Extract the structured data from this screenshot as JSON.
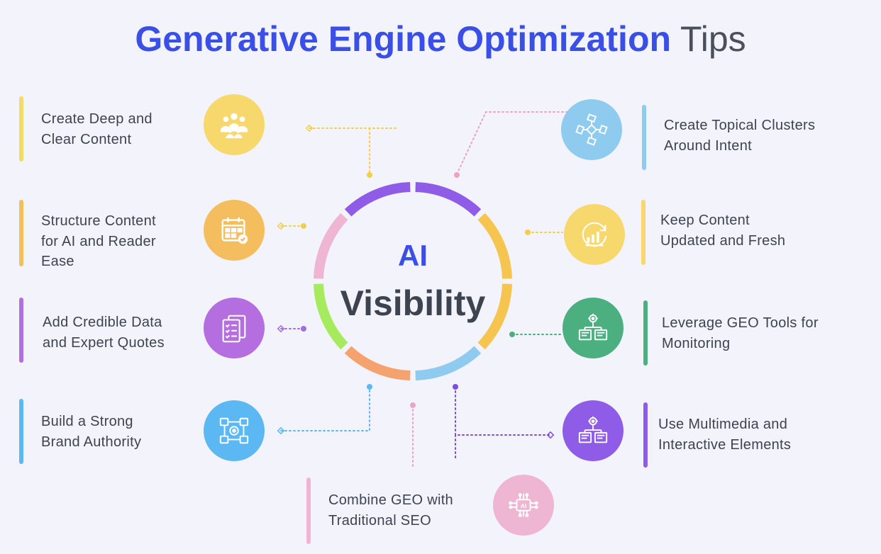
{
  "header": {
    "title_strong": "Generative Engine Optimization",
    "title_light": "Tips"
  },
  "center": {
    "line1": "AI",
    "line2": "Visibility"
  },
  "tips": [
    {
      "id": "deep-content",
      "label": "Create Deep and\nClear Content",
      "color": "#f6d86c",
      "icon": "team-icon"
    },
    {
      "id": "structure-content",
      "label": "Structure Content\nfor AI and Reader\nEase",
      "color": "#f4bd5e",
      "icon": "calendar-check-icon"
    },
    {
      "id": "credible-data",
      "label": "Add Credible Data\nand Expert Quotes",
      "color": "#b46ee0",
      "icon": "checklist-documents-icon"
    },
    {
      "id": "brand-authority",
      "label": "Build a Strong\nBrand Authority",
      "color": "#5cb8f2",
      "icon": "network-users-icon"
    },
    {
      "id": "topical-clusters",
      "label": "Create Topical Clusters\nAround Intent",
      "color": "#8ecbef",
      "icon": "cluster-icon"
    },
    {
      "id": "content-updated",
      "label": "Keep Content\nUpdated and Fresh",
      "color": "#f6d86c",
      "icon": "refresh-growth-icon"
    },
    {
      "id": "geo-tools",
      "label": "Leverage GEO Tools for\nMonitoring",
      "color": "#4caf80",
      "icon": "gear-dashboard-icon"
    },
    {
      "id": "multimedia",
      "label": "Use Multimedia and\nInteractive Elements",
      "color": "#8f5ce8",
      "icon": "gear-dashboard-icon"
    },
    {
      "id": "combine-geo-seo",
      "label": "Combine GEO with\nTraditional SEO",
      "color": "#efb6d4",
      "icon": "ai-chip-icon"
    }
  ],
  "ring_colors": [
    "#8f5ce8",
    "#f6c54f",
    "#f6c54f",
    "#8ecbef",
    "#f4a36e",
    "#a6ea5e",
    "#efb6d4",
    "#8f5ce8"
  ],
  "connector_colors": {
    "yellow": "#f2cf4a",
    "pink": "#eba3c8",
    "purple": "#a36ce0",
    "blue": "#5cb8f2",
    "green": "#4caf80",
    "violet": "#7c4de0"
  }
}
